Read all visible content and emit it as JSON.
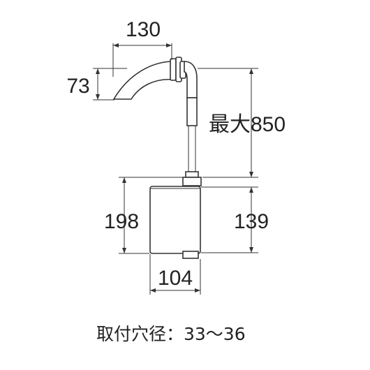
{
  "dimensions": {
    "spout_reach": "130",
    "spout_height": "73",
    "max_hose_length": "最大850",
    "box_total_height": "198",
    "box_body_height": "139",
    "box_width": "104"
  },
  "caption": "取付穴径：33～36",
  "colors": {
    "line": "#333333",
    "text": "#222222",
    "background": "#ffffff"
  }
}
